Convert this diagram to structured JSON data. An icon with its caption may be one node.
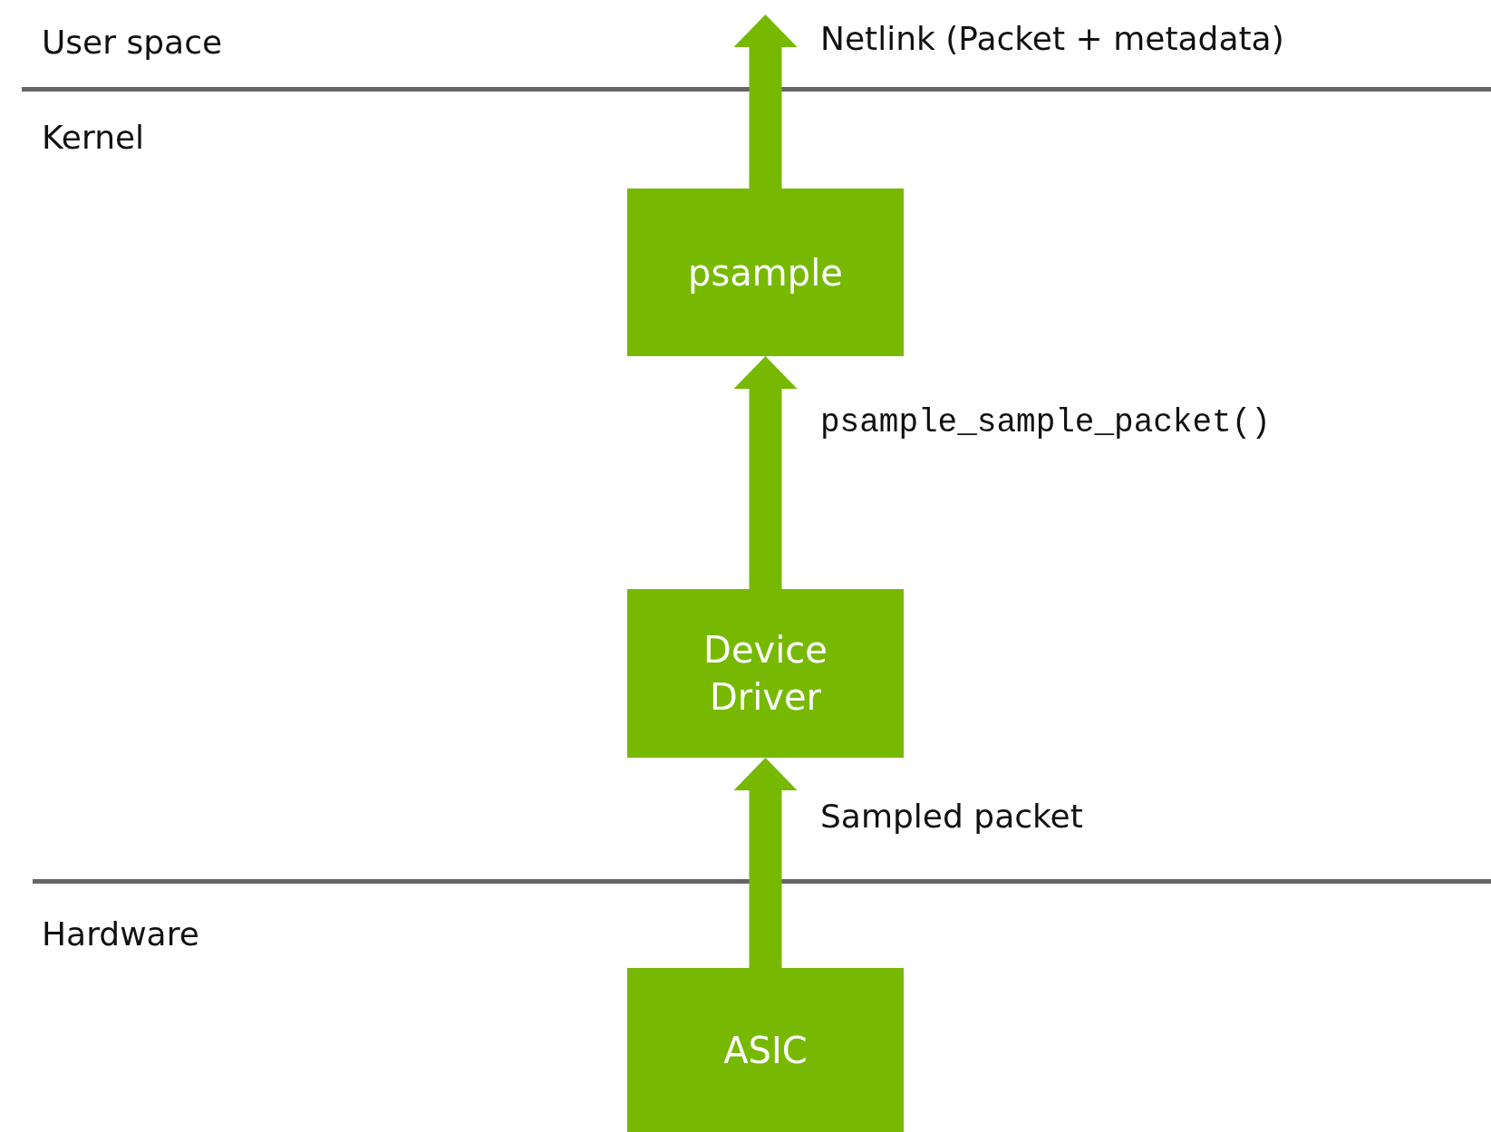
{
  "diagram": {
    "nodes": [
      {
        "text": [
          "psample"
        ]
      },
      {
        "text": [
          "Device Driver"
        ]
      },
      {
        "text": [
          "ASIC"
        ]
      }
    ],
    "edges": [
      {
        "from": 0,
        "to": null,
        "arrow": "to",
        "label": "Netlink (Packet + metadata)"
      },
      {
        "from": 1,
        "to": 0,
        "arrow": "to",
        "label": "psample_sample_packet()"
      },
      {
        "from": 2,
        "to": 1,
        "arrow": "to",
        "label": "Sampled packet"
      }
    ],
    "labels": [
      "User space",
      "Kernel",
      "Hardware"
    ]
  }
}
